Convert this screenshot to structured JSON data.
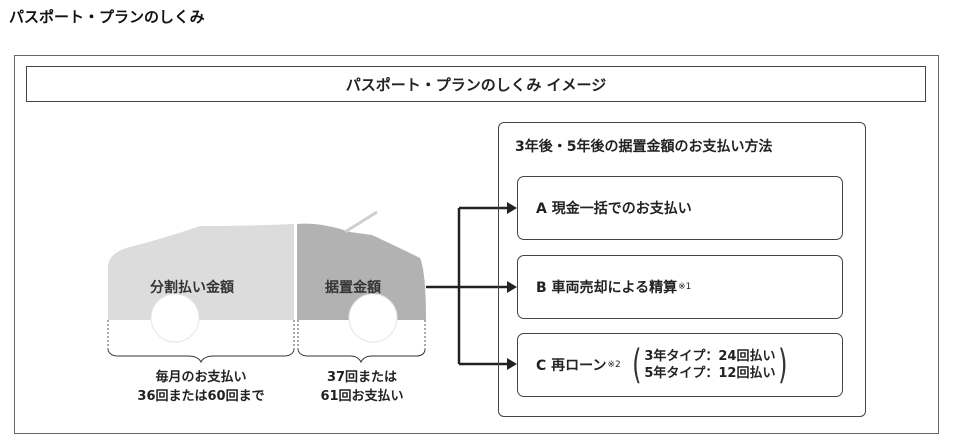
{
  "page_heading": "パスポート・プランのしくみ",
  "diagram_title": "パスポート・プランのしくみ イメージ",
  "car": {
    "installment_label": "分割払い金額",
    "deferred_label": "据置金額"
  },
  "captions": {
    "monthly_line1": "毎月のお支払い",
    "monthly_line2": "36回または60回まで",
    "final_line1": "37回または",
    "final_line2": "61回お支払い"
  },
  "options": {
    "heading": "3年後・5年後の据置金額のお支払い方法",
    "a": {
      "label": "A 現金一括でのお支払い"
    },
    "b": {
      "label": "B 車両売却による精算",
      "note": "※1"
    },
    "c": {
      "label": "C 再ローン",
      "note": "※2",
      "type3": "3年タイプ：24回払い",
      "type5": "5年タイプ：12回払い"
    }
  },
  "colors": {
    "car_light": "#dcdcdc",
    "car_dark": "#b2b2b2",
    "line": "#222222"
  }
}
